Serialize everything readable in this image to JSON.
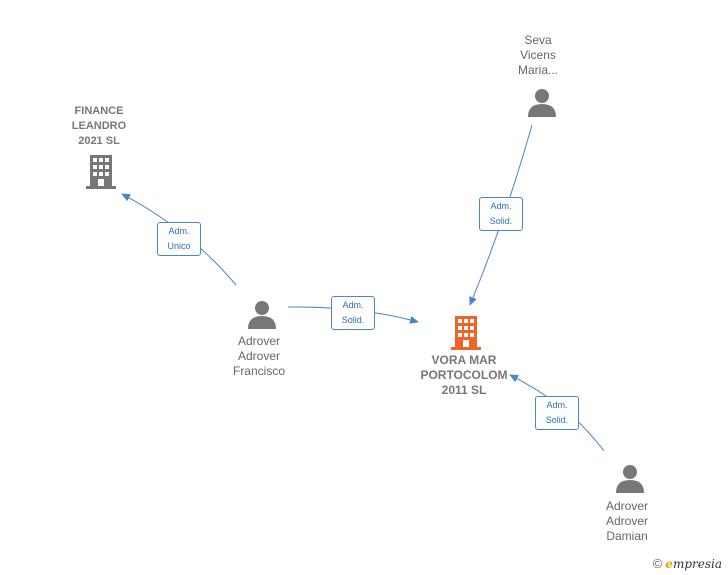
{
  "colors": {
    "edge": "#4a86c8",
    "company": "#777777",
    "focus_company": "#f0642a",
    "person": "#777777"
  },
  "nodes": {
    "finance": {
      "lines": [
        "FINANCE",
        "LEANDRO",
        "2021  SL"
      ],
      "icon": "building-icon"
    },
    "seva": {
      "lines": [
        "Seva",
        "Vicens",
        "Maria..."
      ],
      "icon": "person-icon"
    },
    "francisco": {
      "lines": [
        "Adrover",
        "Adrover",
        "Francisco"
      ],
      "icon": "person-icon"
    },
    "vora": {
      "lines": [
        "VORA MAR",
        "PORTOCOLOM",
        "2011  SL"
      ],
      "icon": "building-icon"
    },
    "damian": {
      "lines": [
        "Adrover",
        "Adrover",
        "Damian"
      ],
      "icon": "person-icon"
    }
  },
  "edges": {
    "francisco_finance": [
      "Adm.",
      "Unico"
    ],
    "seva_vora": [
      "Adm.",
      "Solid."
    ],
    "francisco_vora": [
      "Adm.",
      "Solid."
    ],
    "damian_vora": [
      "Adm.",
      "Solid."
    ]
  },
  "brand": {
    "copyright": "©",
    "initial": "e",
    "rest": "mpresia"
  }
}
